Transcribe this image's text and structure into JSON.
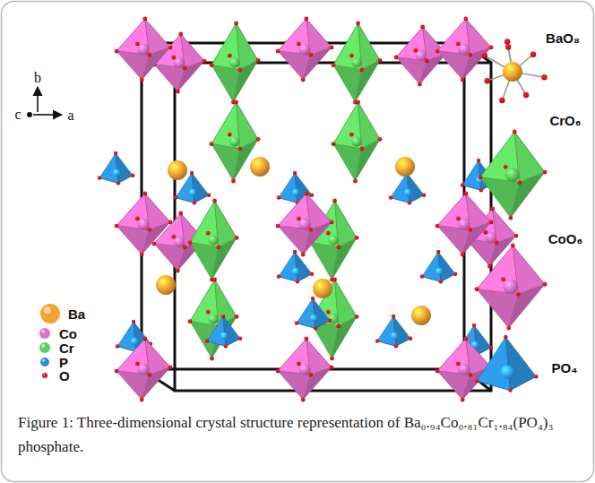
{
  "diagram": {
    "caption": "Figure 1: Three-dimensional crystal structure representation of Ba₀.₉₄Co₀.₈₁Cr₁.₈₄(PO₄)₃ phosphate.",
    "labels": [
      "b",
      "c",
      "a",
      "BaO₈",
      "CrO₆",
      "CoO₆",
      "PO₄"
    ],
    "legend": [
      {
        "text": "Ba",
        "color": "#f2a431"
      },
      {
        "text": "Co",
        "color": "#e06fc9"
      },
      {
        "text": "Cr",
        "color": "#5ccf5c"
      },
      {
        "text": "P",
        "color": "#2a8ed6"
      },
      {
        "text": "O",
        "color": "#e3131b"
      }
    ]
  }
}
